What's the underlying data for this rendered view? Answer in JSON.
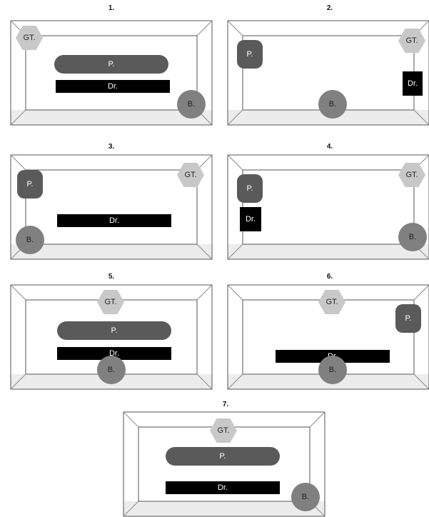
{
  "labels": {
    "gt": "GT.",
    "p": "P.",
    "dr": "Dr.",
    "b": "B."
  },
  "panels": [
    {
      "number": "1."
    },
    {
      "number": "2."
    },
    {
      "number": "3."
    },
    {
      "number": "4."
    },
    {
      "number": "5."
    },
    {
      "number": "6."
    },
    {
      "number": "7."
    }
  ],
  "colors": {
    "gt": "#c8c8c8",
    "b": "#808080",
    "p": "#5a5a5a",
    "dr": "#000000",
    "floor": "#ececec"
  }
}
